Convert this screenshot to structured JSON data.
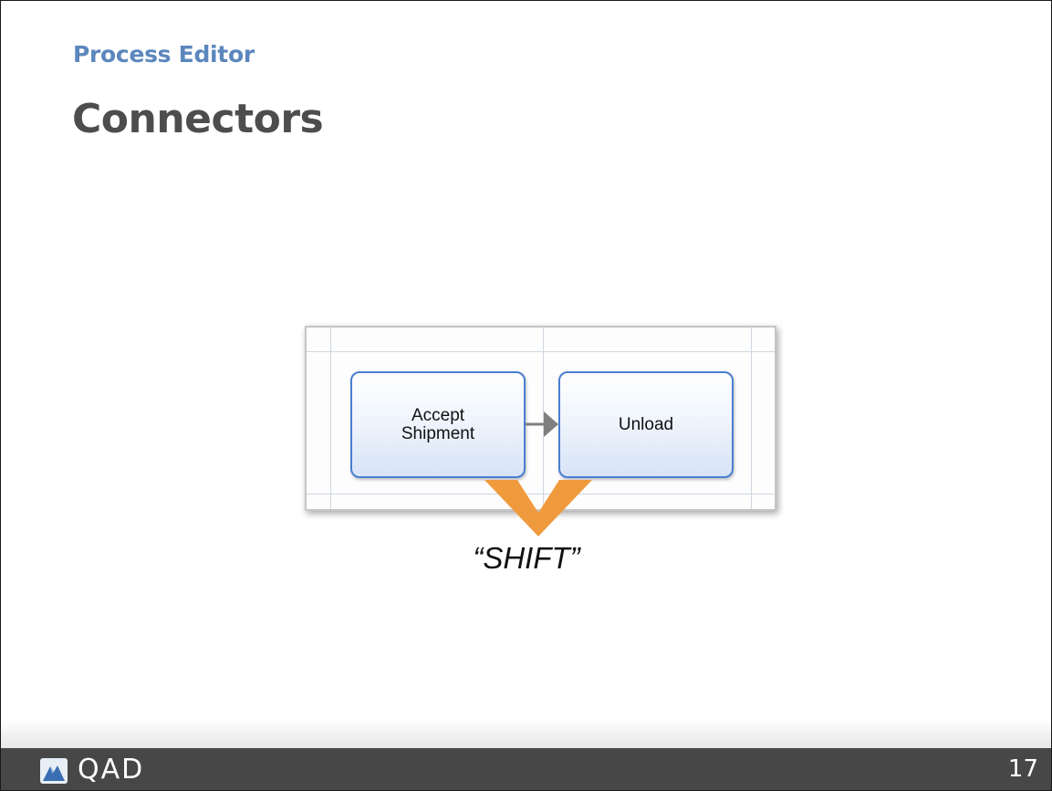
{
  "slide": {
    "section": "Process Editor",
    "title": "Connectors",
    "page_number": "17"
  },
  "diagram": {
    "nodes": [
      {
        "lines": [
          "Accept",
          "Shipment"
        ]
      },
      {
        "lines": [
          "Unload"
        ]
      }
    ],
    "connector": {
      "from": 0,
      "to": 1
    },
    "key_hint": "“SHIFT”"
  },
  "footer": {
    "logo_text": "QAD"
  },
  "colors": {
    "section_text": "#5b87bd",
    "title_text": "#4d4d4d",
    "node_border": "#4a7ed0",
    "connector_arrow": "#7f7f7f",
    "shift_arrow": "#f09a3e",
    "footer_bg": "#474747"
  },
  "icons": {
    "logo": "qad-logo-icon",
    "connector": "connector-arrow-icon",
    "shift": "chevron-down-icon"
  }
}
